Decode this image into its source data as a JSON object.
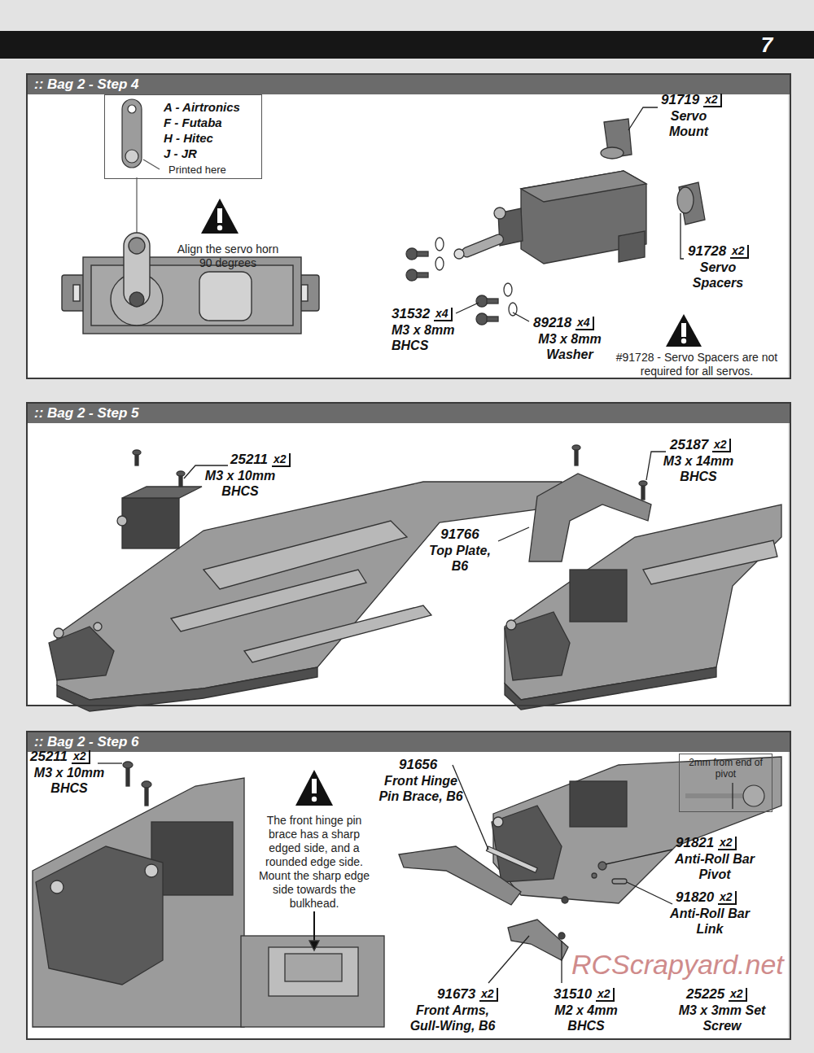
{
  "diagram": {
    "nodes": [
      {
        "text": [
          ":: Bag 2 - Step 4"
        ]
      },
      {
        "text": [
          "A - Airtronics",
          "F - Futaba",
          "H - Hitec",
          "J - JR",
          "Printed here"
        ],
        "in": 0
      },
      {
        "text": [
          ":: Bag 2 - Step 5"
        ]
      },
      {
        "text": [
          ":: Bag 2 - Step 6"
        ]
      },
      {
        "text": [
          "2mm from end of pivot"
        ],
        "in": 3
      }
    ],
    "labels": [
      "7",
      "Align the servo horn 90 degrees",
      "91719",
      "x2",
      "Servo Mount",
      "91728",
      "x2",
      "Servo Spacers",
      "31532",
      "x4",
      "M3 x 8mm BHCS",
      "89218",
      "x4",
      "M3 x 8mm Washer",
      "#91728 - Servo Spacers are not required for all servos.",
      "25211",
      "x2",
      "M3 x 10mm BHCS",
      "25187",
      "x2",
      "M3 x 14mm BHCS",
      "91766",
      "Top Plate, B6",
      "25211",
      "x2",
      "M3 x 10mm BHCS",
      "The front hinge pin brace has a sharp edged side, and a rounded edge side. Mount the sharp edge side towards the bulkhead.",
      "91656",
      "Front Hinge Pin Brace, B6",
      "91821",
      "x2",
      "Anti-Roll Bar Pivot",
      "91820",
      "x2",
      "Anti-Roll Bar Link",
      "91673",
      "x2",
      "Front Arms, Gull-Wing, B6",
      "31510",
      "x2",
      "M2 x 4mm BHCS",
      "25225",
      "x2",
      "M3 x 3mm Set Screw",
      "RCScrapyard.net"
    ]
  }
}
